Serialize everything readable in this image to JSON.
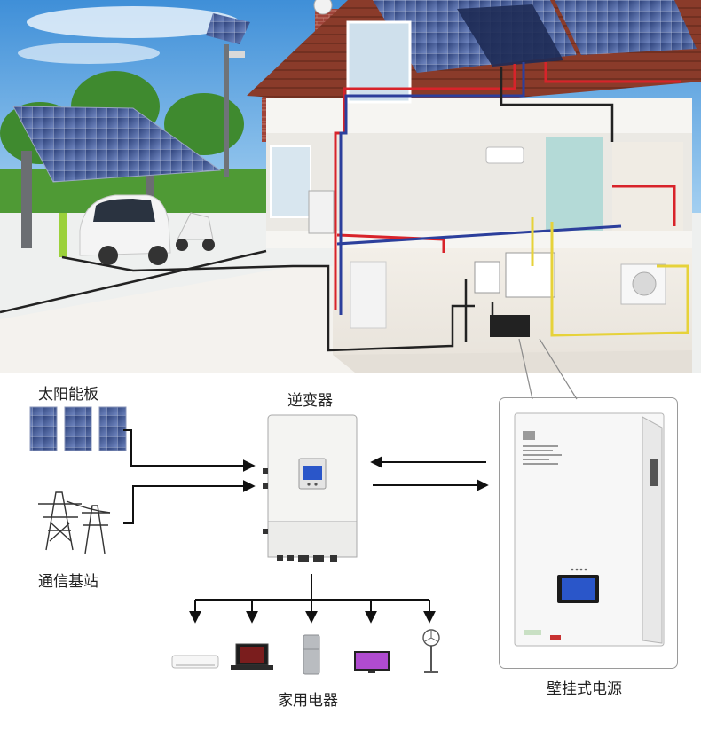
{
  "labels": {
    "solar_panel": "太阳能板",
    "inverter": "逆变器",
    "base_station": "通信基站",
    "appliances": "家用电器",
    "wall_battery": "壁挂式电源"
  },
  "colors": {
    "sky": "#6fb1e6",
    "roof": "#8a3b2a",
    "brick": "#a0443a",
    "hot_pipe": "#d8232a",
    "cold_pipe": "#2c3f9c",
    "power_line": "#222222",
    "signal_line": "#e6d23a",
    "lcd": "#2a56c9"
  }
}
